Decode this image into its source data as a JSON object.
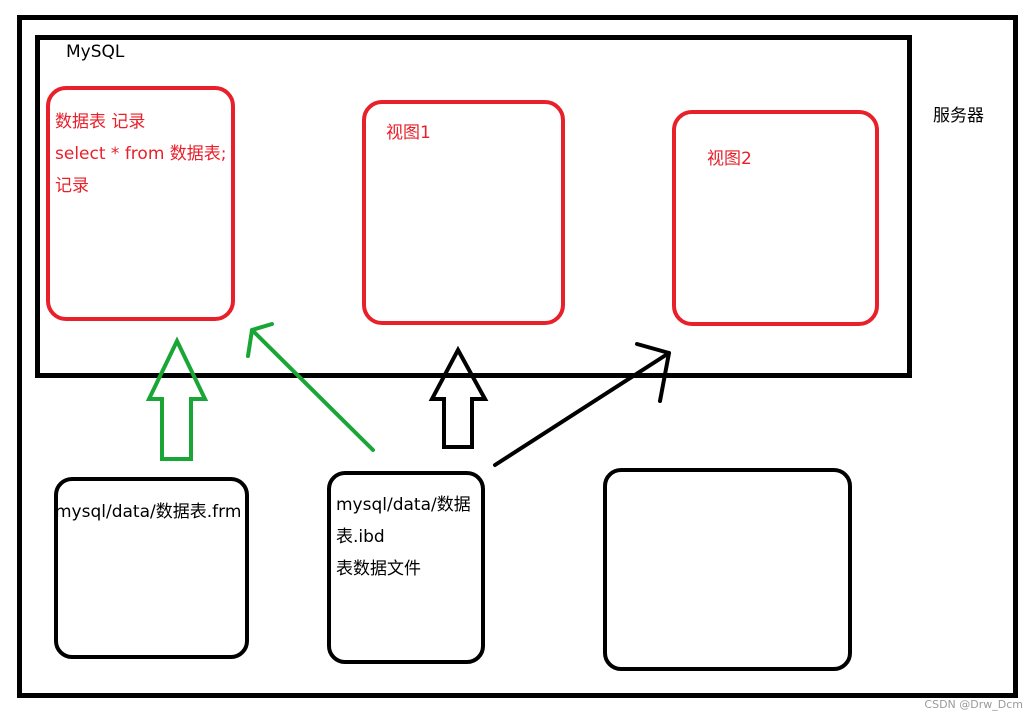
{
  "title": "MySQL",
  "server_label": "服务器",
  "table_box": {
    "line1": "数据表 记录",
    "line2": "select * from 数据表;",
    "line3": "记录"
  },
  "view1_label": "视图1",
  "view2_label": "视图2",
  "frm_file": "mysql/data/数据表.frm",
  "ibd_file": {
    "line1": "mysql/data/数据",
    "line2": "表.ibd",
    "line3": "表数据文件"
  },
  "watermark": "CSDN @Drw_Dcm",
  "colors": {
    "red": "#e8202a",
    "green": "#1aa537",
    "black": "#000000"
  }
}
